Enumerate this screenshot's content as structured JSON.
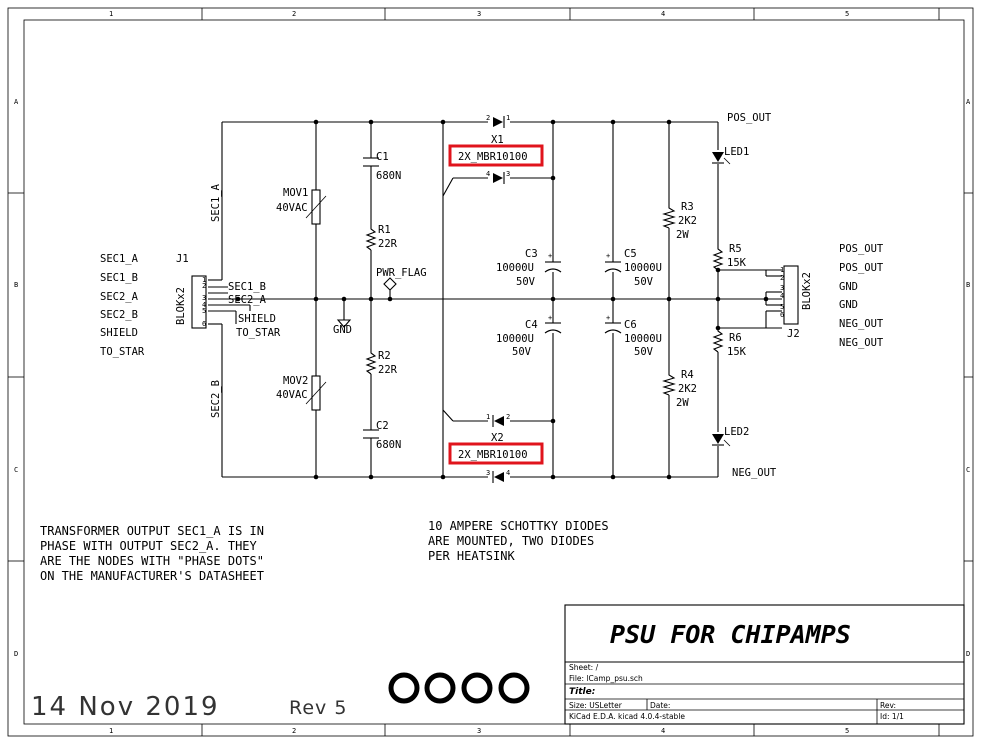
{
  "border": {
    "columns": [
      "1",
      "2",
      "3",
      "4",
      "5"
    ],
    "rows": [
      "A",
      "B",
      "C",
      "D"
    ]
  },
  "schematic": {
    "components": {
      "x1": {
        "ref": "X1",
        "value": "2X_MBR10100"
      },
      "x2": {
        "ref": "X2",
        "value": "2X_MBR10100"
      },
      "c1": {
        "ref": "C1",
        "value": "680N"
      },
      "c2": {
        "ref": "C2",
        "value": "680N"
      },
      "r1": {
        "ref": "R1",
        "value": "22R"
      },
      "r2": {
        "ref": "R2",
        "value": "22R"
      },
      "mov1": {
        "ref": "MOV1",
        "value": "40VAC"
      },
      "mov2": {
        "ref": "MOV2",
        "value": "40VAC"
      },
      "c3": {
        "ref": "C3",
        "value1": "10000U",
        "value2": "50V"
      },
      "c4": {
        "ref": "C4",
        "value1": "10000U",
        "value2": "50V"
      },
      "c5": {
        "ref": "C5",
        "value1": "10000U",
        "value2": "50V"
      },
      "c6": {
        "ref": "C6",
        "value1": "10000U",
        "value2": "50V"
      },
      "r3": {
        "ref": "R3",
        "value1": "2K2",
        "value2": "2W"
      },
      "r4": {
        "ref": "R4",
        "value1": "2K2",
        "value2": "2W"
      },
      "r5": {
        "ref": "R5",
        "value": "15K"
      },
      "r6": {
        "ref": "R6",
        "value": "15K"
      },
      "led1": {
        "ref": "LED1"
      },
      "led2": {
        "ref": "LED2"
      },
      "j1": {
        "ref": "J1",
        "value": "BLOKx2"
      },
      "j2": {
        "ref": "J2",
        "value": "BLOKx2"
      },
      "pwr_flag": "PWR_FLAG",
      "gnd": "GND"
    },
    "nets": {
      "pos_out": "POS_OUT",
      "neg_out": "NEG_OUT",
      "sec1_a": "SEC1_A",
      "sec2_b": "SEC2_B",
      "sec1_b": "SEC1_B",
      "sec2_a": "SEC2_A",
      "shield": "SHIELD",
      "to_star": "TO_STAR"
    },
    "j1_labels": [
      "SEC1_A",
      "SEC1_B",
      "SEC2_A",
      "SEC2_B",
      "SHIELD",
      "TO_STAR"
    ],
    "j2_labels": [
      "POS_OUT",
      "POS_OUT",
      "GND",
      "GND",
      "NEG_OUT",
      "NEG_OUT"
    ],
    "pins": {
      "p1": "1",
      "p2": "2",
      "p3": "3",
      "p4": "4",
      "p5": "5",
      "p6": "6"
    }
  },
  "notes": {
    "transformer": [
      "TRANSFORMER OUTPUT SEC1_A IS IN",
      "PHASE WITH OUTPUT SEC2_A.  THEY",
      "ARE THE NODES WITH \"PHASE DOTS\"",
      "ON THE MANUFACTURER'S DATASHEET"
    ],
    "diodes": [
      "10 AMPERE SCHOTTKY DIODES",
      "ARE MOUNTED, TWO DIODES",
      "PER HEATSINK"
    ],
    "date": "14 Nov 2019",
    "rev": "Rev 5"
  },
  "title_block": {
    "title": "PSU FOR CHIPAMPS",
    "sheet": "Sheet: /",
    "file": "File: lCamp_psu.sch",
    "title_label": "Title:",
    "size": "Size: USLetter",
    "date_label": "Date:",
    "rev_label": "Rev:",
    "kicad": "KiCad E.D.A.  kicad 4.0.4-stable",
    "id": "Id: 1/1"
  },
  "colors": {
    "highlight": "#e0141c",
    "ink": "#000000"
  }
}
